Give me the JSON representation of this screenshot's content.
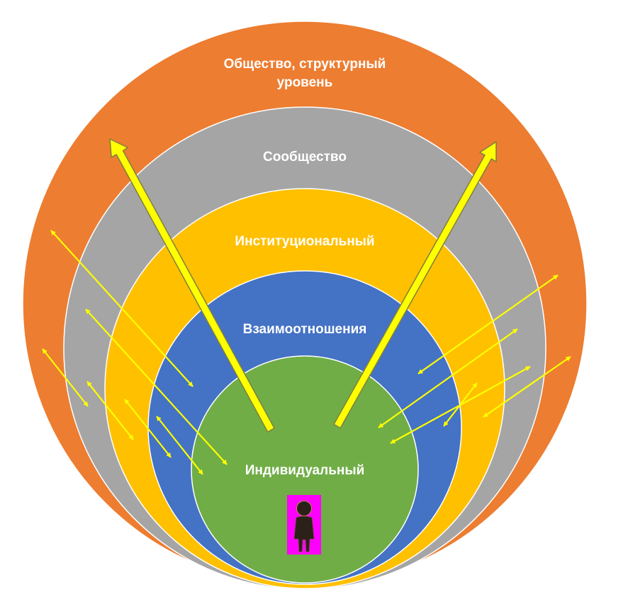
{
  "diagram": {
    "type": "nested-circles",
    "levels": {
      "society": {
        "line1": "Общество, структурный",
        "line2": "уровень",
        "color": "#ED7D31"
      },
      "community": {
        "label": "Сообщество",
        "color": "#A5A5A5"
      },
      "institutional": {
        "label": "Институциональный",
        "color": "#FFC000"
      },
      "relationships": {
        "label": "Взаимоотношения",
        "color": "#4472C4"
      },
      "individual": {
        "label": "Индивидуальный",
        "color": "#70AD47"
      }
    },
    "arrow_color": "#FFFF00",
    "big_arrow_outline": "#7F7F40",
    "person_background": "#FF00FF",
    "person_color": "#2b2118",
    "icons": [
      "person-icon",
      "double-headed-arrow"
    ]
  }
}
